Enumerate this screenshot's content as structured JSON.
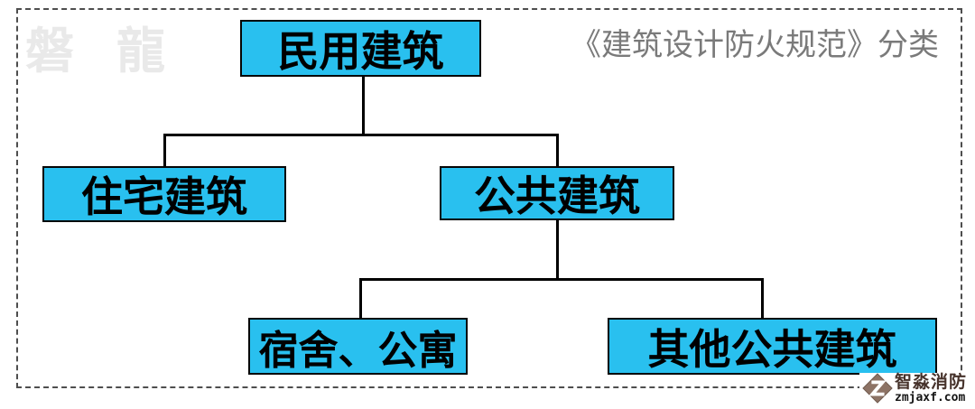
{
  "watermark": "磐 龍",
  "title": "《建筑设计防火规范》分类",
  "nodes": [
    {
      "id": "civil",
      "label": "民用建筑",
      "level": 1,
      "parent": null
    },
    {
      "id": "residential",
      "label": "住宅建筑",
      "level": 2,
      "parent": "civil"
    },
    {
      "id": "public",
      "label": "公共建筑",
      "level": 2,
      "parent": "civil"
    },
    {
      "id": "dormitory-apartment",
      "label": "宿舍、公寓",
      "level": 3,
      "parent": "public"
    },
    {
      "id": "other-public",
      "label": "其他公共建筑",
      "level": 3,
      "parent": "public"
    }
  ],
  "logo": {
    "name": "智淼消防",
    "url": "zmjaxf.com",
    "icon": "diamond-z-icon"
  },
  "colors": {
    "node_fill": "#29c0ef",
    "node_border": "#050505",
    "connector": "#000000",
    "title_gray": "#7a7a7a",
    "watermark_gray": "#e9e9e9",
    "logo_bronze": "#8d7365",
    "frame_dash": "#4e4e4e"
  }
}
